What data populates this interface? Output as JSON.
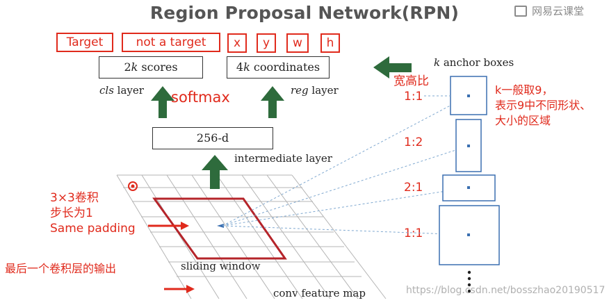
{
  "title": "Region Proposal Network(RPN)",
  "brand": "网易云课堂",
  "target_labels": {
    "target": "Target",
    "not_target": "not a target",
    "x": "x",
    "y": "y",
    "w": "w",
    "h": "h"
  },
  "boxes": {
    "scores_k": "2",
    "scores_var": "k",
    "scores_suffix": " scores",
    "coords_k": "4",
    "coords_var": "k",
    "coords_suffix": " coordinates",
    "intermediate": "256-d"
  },
  "layer_labels": {
    "cls_name": "cls",
    "cls_suffix": " layer",
    "reg_name": "reg",
    "reg_suffix": " layer",
    "intermediate": "intermediate layer",
    "sliding_window": "sliding window",
    "feature_map": "conv feature map"
  },
  "softmax": "softmax",
  "anchors": {
    "header_var": "k",
    "header_suffix": " anchor boxes",
    "ratio_heading": "宽高比",
    "ratios": [
      "1:1",
      "1:2",
      "2:1",
      "1:1"
    ],
    "note_line1": "k一般取9，",
    "note_line2": "表示9中不同形状、",
    "note_line3": "大小的区域",
    "ellipsis": "⋮"
  },
  "conv_note": {
    "line1": "3×3卷积",
    "line2": "步长为1",
    "line3": "Same padding"
  },
  "last_conv_note": "最后一个卷积层的输出",
  "watermark": "https://blog.csdn.net/bosszhao20190517",
  "colors": {
    "red": "#e02a1c",
    "arrow_green": "#2e6b3c",
    "anchor_blue": "#3a6fb0"
  }
}
